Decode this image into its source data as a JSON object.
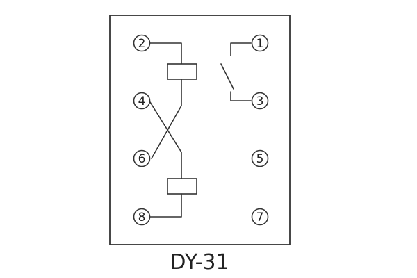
{
  "diagram": {
    "model_label": "DY-31",
    "terminals": {
      "t1": "1",
      "t2": "2",
      "t3": "3",
      "t4": "4",
      "t5": "5",
      "t6": "6",
      "t7": "7",
      "t8": "8"
    }
  },
  "colors": {
    "line": "#333333",
    "background": "#ffffff"
  }
}
